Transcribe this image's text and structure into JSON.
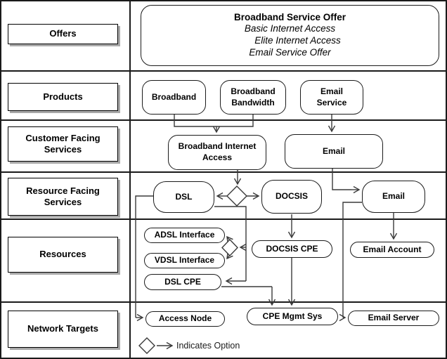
{
  "diagram": {
    "rows": [
      {
        "label": "Offers"
      },
      {
        "label": "Products"
      },
      {
        "label": "Customer Facing Services"
      },
      {
        "label": "Resource Facing Services"
      },
      {
        "label": "Resources"
      },
      {
        "label": "Network Targets"
      }
    ],
    "offer_box": {
      "title": "Broadband Service Offer",
      "items": [
        "Basic Internet Access",
        "Elite Internet Access",
        "Email Service Offer"
      ]
    },
    "products": {
      "broadband": "Broadband",
      "broadband_bandwidth": "Broadband Bandwidth",
      "email_service": "Email Service"
    },
    "customer_facing_services": {
      "broadband_internet_access": "Broadband Internet Access",
      "email": "Email"
    },
    "resource_facing_services": {
      "dsl": "DSL",
      "docsis": "DOCSIS",
      "email": "Email"
    },
    "resources": {
      "adsl_interface": "ADSL Interface",
      "vdsl_interface": "VDSL Interface",
      "dsl_cpe": "DSL CPE",
      "docsis_cpe": "DOCSIS CPE",
      "email_account": "Email Account"
    },
    "network_targets": {
      "access_node": "Access Node",
      "cpe_mgmt_sys": "CPE Mgmt Sys",
      "email_server": "Email Server"
    },
    "legend": {
      "text": "Indicates Option"
    },
    "colors": {
      "background": "#ffffff",
      "border": "#1a1a1a",
      "connector": "#3a3a3a",
      "label_shadow": "#a8a8a8"
    }
  }
}
